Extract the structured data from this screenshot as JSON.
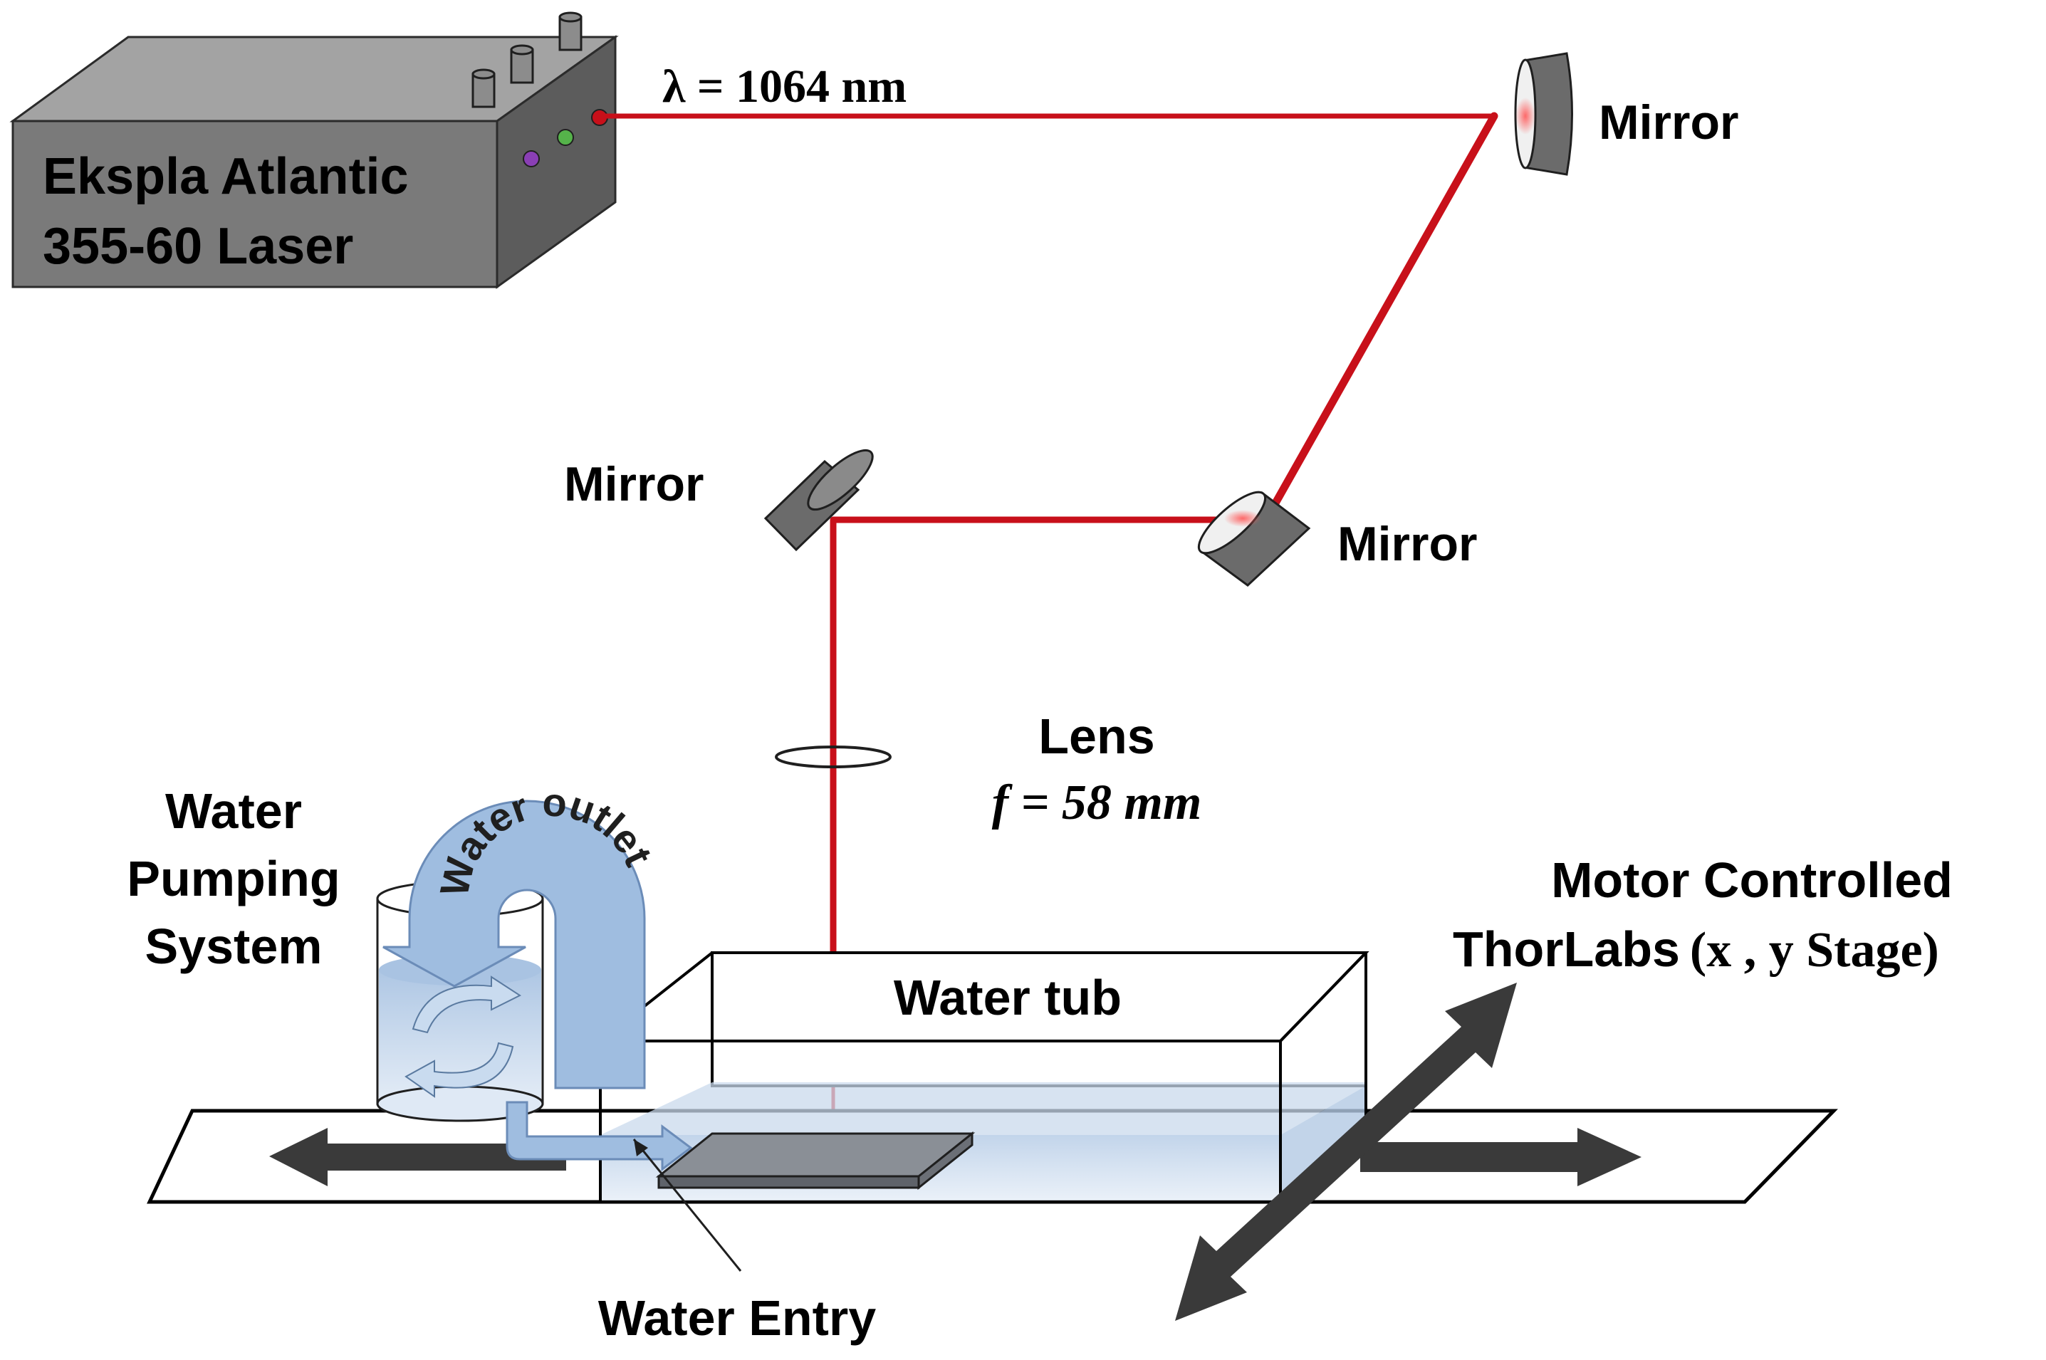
{
  "labels": {
    "laser_line1": "Ekspla Atlantic",
    "laser_line2": "355-60 Laser",
    "wavelength": "λ = 1064 nm",
    "mirror_top": "Mirror",
    "mirror_left": "Mirror",
    "mirror_right": "Mirror",
    "lens_title": "Lens",
    "lens_focal": "f = 58 mm",
    "pump_line1": "Water",
    "pump_line2": "Pumping",
    "pump_line3": "System",
    "water_outlet": "Water outlet",
    "water_tub": "Water tub",
    "water_entry": "Water Entry",
    "stage_line1": "Motor Controlled",
    "stage_line2_a": "ThorLabs",
    "stage_line2_b": "(x , y  Stage)"
  },
  "colors": {
    "beam": "#c8101a",
    "laser_front": "#7a7a7a",
    "laser_top": "#a3a3a3",
    "laser_side": "#5c5c5c",
    "mirror": "#6b6b6b",
    "water": "#c5d6ea",
    "pipe": "#9fbde0",
    "arrow": "#3a3a3a",
    "led_red": "#c8101a",
    "led_green": "#55b34a",
    "led_purple": "#8a3fb5"
  }
}
